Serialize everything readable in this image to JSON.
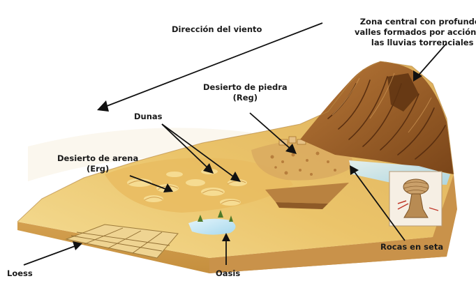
{
  "labels": {
    "wind": "Dirección del viento",
    "central_zone": [
      "Zona central con profundos",
      "valles formados por acción de",
      "las lluvias torrenciales"
    ],
    "stone_desert": [
      "Desierto de piedra",
      "(Reg)"
    ],
    "dunes": "Dunas",
    "sand_desert": [
      "Desierto de arena",
      "(Erg)"
    ],
    "mushroom_rocks": "Rocas en seta",
    "oasis": "Oasis",
    "loess": "Loess"
  },
  "colors": {
    "sand_light": "#f3d789",
    "sand": "#e6b95a",
    "sand_dark": "#c8923a",
    "rock": "#a8662e",
    "rock_dark": "#6e3d17",
    "water": "#bfe6f3",
    "side": "#d9a555",
    "arrow": "#111111"
  }
}
